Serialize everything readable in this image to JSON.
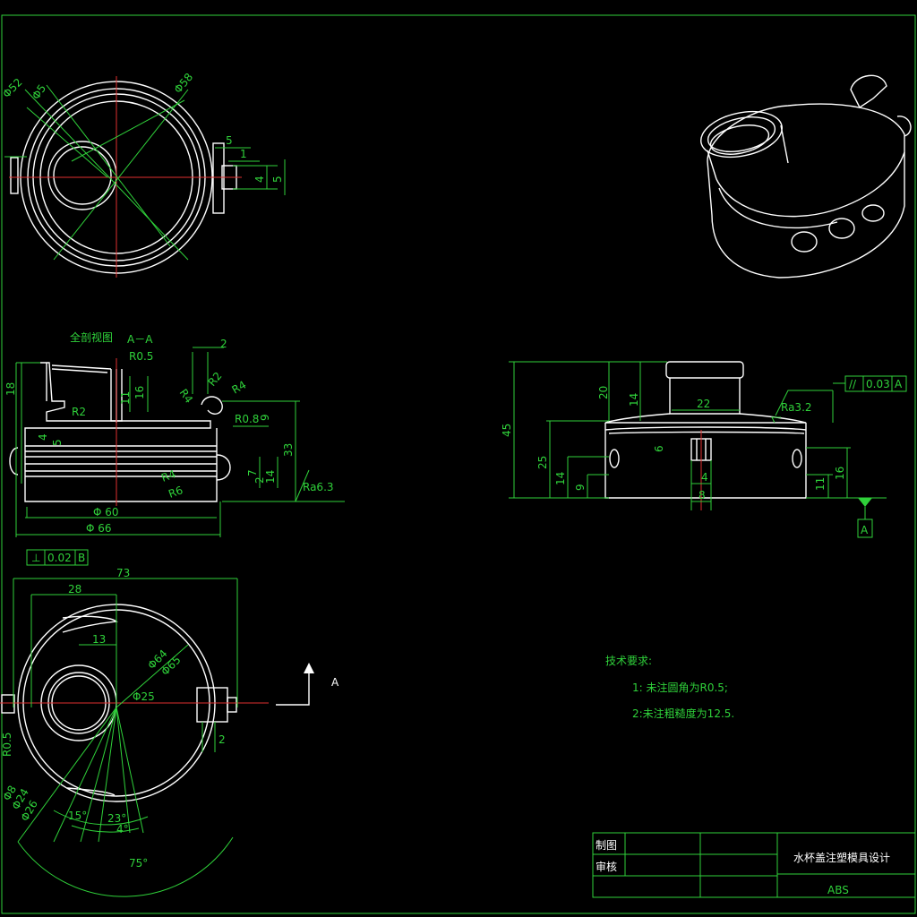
{
  "drawing": {
    "section_title": "全剖视图",
    "section_label": "A－A",
    "view_arrow_label": "A",
    "datum_label": "A",
    "colors": {
      "object": "#ffffff",
      "dimension": "#2fd13a",
      "centerline": "#e03030",
      "background": "#000000"
    }
  },
  "dims": {
    "top_view": [
      "Φ52",
      "Φ5",
      "Φ58",
      "5",
      "1",
      "4",
      "5"
    ],
    "section": [
      "2",
      "R0.5",
      "18",
      "16",
      "11",
      "R2",
      "R4",
      "R0.8",
      "9",
      "R4",
      "R2",
      "4",
      "5",
      "33",
      "7",
      "2",
      "14",
      "R4",
      "R6",
      "Φ 60",
      "Φ 66",
      "Ra6.3"
    ],
    "bottom_view": [
      "73",
      "28",
      "13",
      "Φ64",
      "Φ65",
      "Φ25",
      "R0.5",
      "2",
      "Φ8",
      "Φ24",
      "Φ26",
      "15°",
      "23°",
      "4°",
      "75°"
    ],
    "side_view": [
      "45",
      "20",
      "14",
      "22",
      "25",
      "14",
      "9",
      "6",
      "11",
      "16",
      "4",
      "8",
      "Ra3.2"
    ]
  },
  "tolerances": {
    "perpendicularity": {
      "symbol": "⊥",
      "value": "0.02",
      "datum": "B"
    },
    "parallelism": {
      "symbol": "//",
      "value": "0.03",
      "datum": "A"
    }
  },
  "tech_requirements": {
    "title": "技术要求:",
    "items": [
      "1: 未注圆角为R0.5;",
      "2:未注粗糙度为12.5."
    ]
  },
  "title_block": {
    "drawn_label": "制图",
    "checked_label": "审核",
    "title": "水杯盖注塑模具设计",
    "material": "ABS"
  }
}
